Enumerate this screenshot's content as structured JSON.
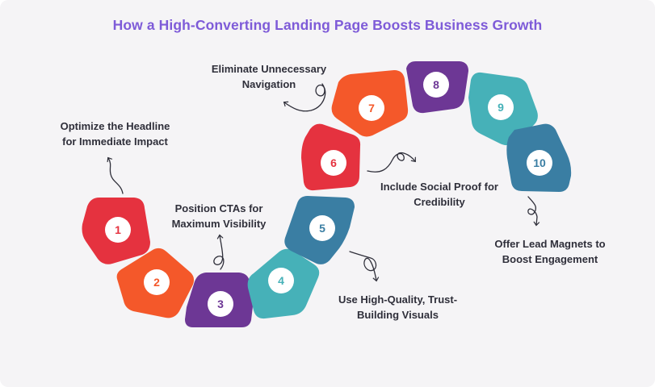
{
  "title": "How a High-Converting Landing Page Boosts Business Growth",
  "colors": {
    "background": "#f5f4f6",
    "title": "#7e5bd8",
    "red": "#e5323f",
    "orange": "#f4582a",
    "purple": "#6d3795",
    "teal": "#46b1b8",
    "blue": "#3a7ea3",
    "text": "#2f2f3a"
  },
  "steps": [
    {
      "number": "1",
      "color": "red",
      "label": "Optimize the Headline\nfor Immediate Impact"
    },
    {
      "number": "2",
      "color": "orange",
      "label": ""
    },
    {
      "number": "3",
      "color": "purple",
      "label": "Position CTAs for\nMaximum Visibility"
    },
    {
      "number": "4",
      "color": "teal",
      "label": ""
    },
    {
      "number": "5",
      "color": "blue",
      "label": "Use High-Quality, Trust-\nBuilding Visuals"
    },
    {
      "number": "6",
      "color": "red",
      "label": "Include Social Proof for\nCredibility"
    },
    {
      "number": "7",
      "color": "orange",
      "label": "Eliminate Unnecessary\nNavigation"
    },
    {
      "number": "8",
      "color": "purple",
      "label": ""
    },
    {
      "number": "9",
      "color": "teal",
      "label": ""
    },
    {
      "number": "10",
      "color": "blue",
      "label": "Offer Lead Magnets to\nBoost Engagement"
    }
  ]
}
